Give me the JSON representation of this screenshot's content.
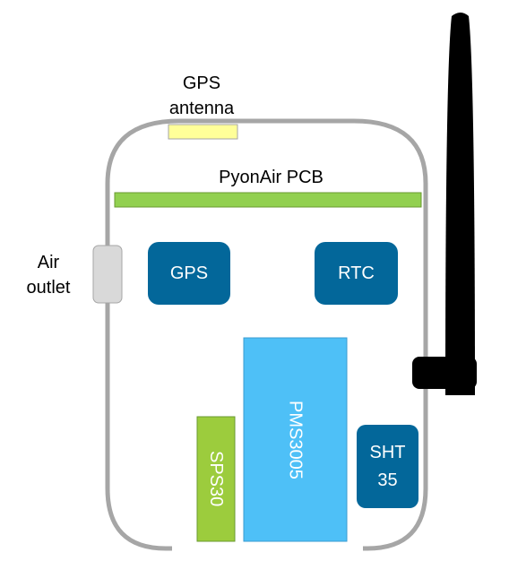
{
  "labels": {
    "gps_antenna_line1": "GPS",
    "gps_antenna_line2": "antenna",
    "pcb": "PyonAir PCB",
    "air_outlet_line1": "Air",
    "air_outlet_line2": "outlet"
  },
  "components": {
    "gps": "GPS",
    "rtc": "RTC",
    "pms": "PMS3005",
    "sps": "SPS30",
    "sht_line1": "SHT",
    "sht_line2": "35"
  },
  "colors": {
    "enclosure": "#a6a6a6",
    "antenna_patch": "#ffff99",
    "pcb": "#92d050",
    "module_dark_blue": "#03679a",
    "pms_light_blue": "#4ec0f7",
    "sps_green": "#9ccc3d",
    "outlet_grey": "#d9d9d9",
    "antenna_black": "#000000"
  }
}
